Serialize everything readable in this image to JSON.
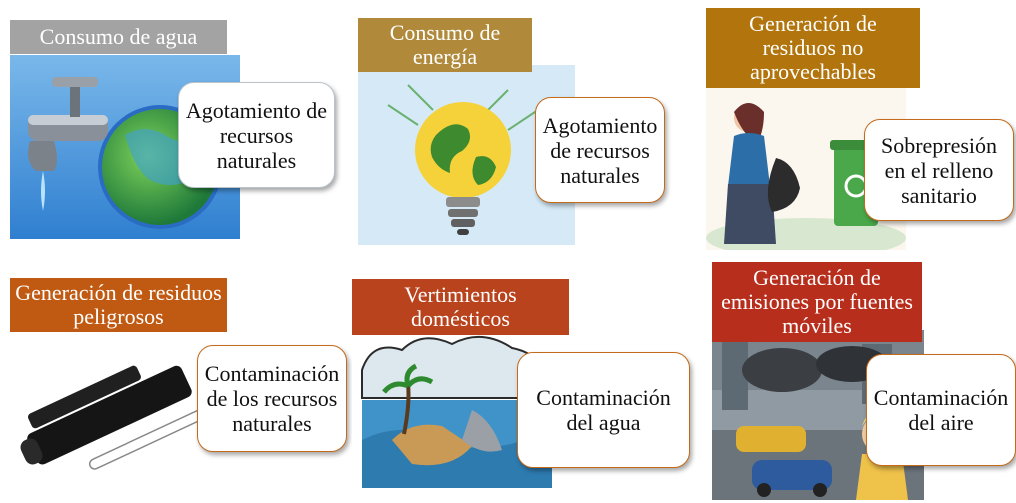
{
  "tiles": [
    {
      "header": "Consumo de agua",
      "impact": "Agotamiento de recursos naturales",
      "header_color": "#a3a3a3",
      "image": "water-faucet-earth-icon"
    },
    {
      "header": "Consumo de energía",
      "impact": "Agotamiento de recursos naturales",
      "header_color": "#b08a3a",
      "image": "earth-lightbulb-icon"
    },
    {
      "header": "Generación de residuos no aprovechables",
      "impact": "Sobrepresión en el relleno sanitario",
      "header_color": "#b2740c",
      "image": "recycling-bin-people-icon"
    },
    {
      "header": "Generación de residuos peligrosos",
      "impact": "Contaminación de los recursos naturales",
      "header_color": "#c05a12",
      "image": "toner-cartridge-icon"
    },
    {
      "header": "Vertimientos domésticos",
      "impact": "Contaminación del agua",
      "header_color": "#b8431c",
      "image": "polluted-water-coast-icon"
    },
    {
      "header": "Generación de emisiones por fuentes móviles",
      "impact": "Contaminación del aire",
      "header_color": "#b82e1c",
      "image": "air-pollution-traffic-icon"
    }
  ]
}
